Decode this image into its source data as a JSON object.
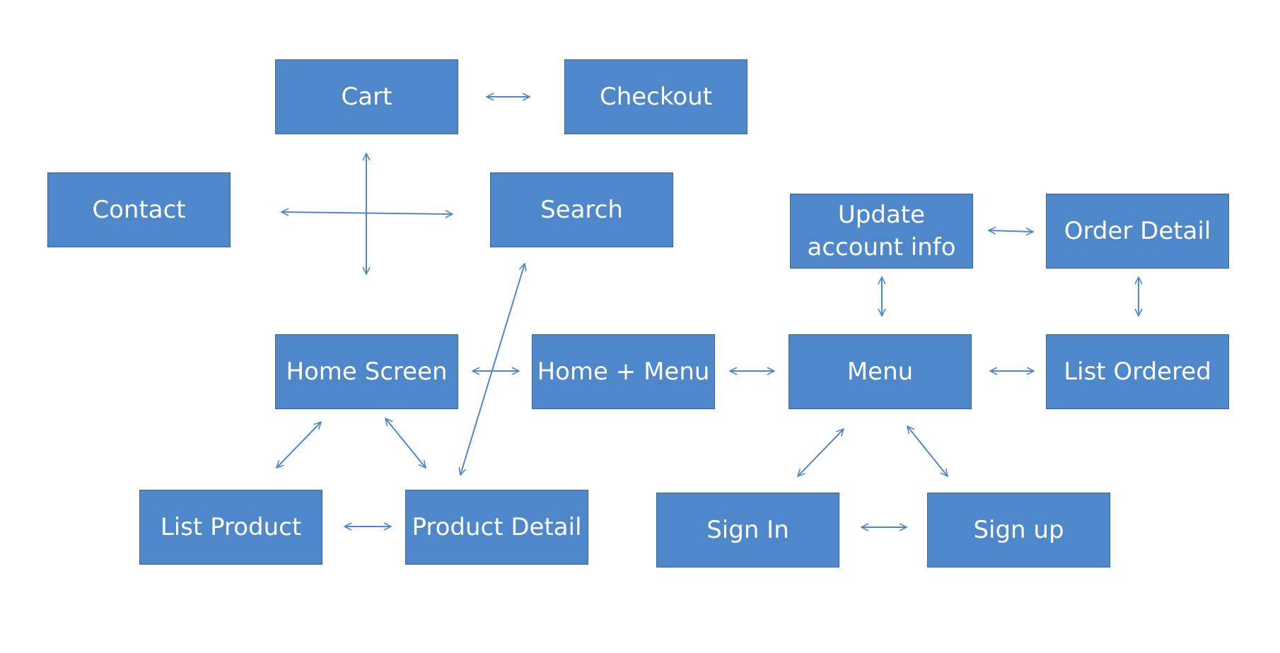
{
  "diagram": {
    "colors": {
      "node_fill": "#4e88cb",
      "node_border": "#3465a0",
      "node_text": "#ffffff",
      "edge": "#4e88cb",
      "background": "#ffffff"
    },
    "nodes": {
      "cart": "Cart",
      "checkout": "Checkout",
      "contact": "Contact",
      "search": "Search",
      "update_account_info": "Update\naccount info",
      "order_detail": "Order Detail",
      "home_screen": "Home Screen",
      "home_menu": "Home + Menu",
      "menu": "Menu",
      "list_ordered": "List Ordered",
      "list_product": "List Product",
      "product_detail": "Product Detail",
      "sign_in": "Sign In",
      "sign_up": "Sign up"
    },
    "edges": [
      {
        "from": "cart",
        "to": "checkout",
        "type": "bidirectional"
      },
      {
        "from": "contact",
        "to": "search",
        "type": "bidirectional"
      },
      {
        "from": "cart",
        "to": "home_screen",
        "type": "bidirectional"
      },
      {
        "from": "home_screen",
        "to": "home_menu",
        "type": "bidirectional"
      },
      {
        "from": "home_menu",
        "to": "menu",
        "type": "bidirectional"
      },
      {
        "from": "menu",
        "to": "list_ordered",
        "type": "bidirectional"
      },
      {
        "from": "update_account_info",
        "to": "order_detail",
        "type": "bidirectional"
      },
      {
        "from": "update_account_info",
        "to": "menu",
        "type": "bidirectional"
      },
      {
        "from": "order_detail",
        "to": "list_ordered",
        "type": "bidirectional"
      },
      {
        "from": "home_screen",
        "to": "list_product",
        "type": "bidirectional"
      },
      {
        "from": "home_screen",
        "to": "product_detail",
        "type": "bidirectional"
      },
      {
        "from": "list_product",
        "to": "product_detail",
        "type": "bidirectional"
      },
      {
        "from": "product_detail",
        "to": "search",
        "type": "bidirectional"
      },
      {
        "from": "menu",
        "to": "sign_in",
        "type": "bidirectional"
      },
      {
        "from": "menu",
        "to": "sign_up",
        "type": "bidirectional"
      },
      {
        "from": "sign_in",
        "to": "sign_up",
        "type": "bidirectional"
      }
    ]
  }
}
